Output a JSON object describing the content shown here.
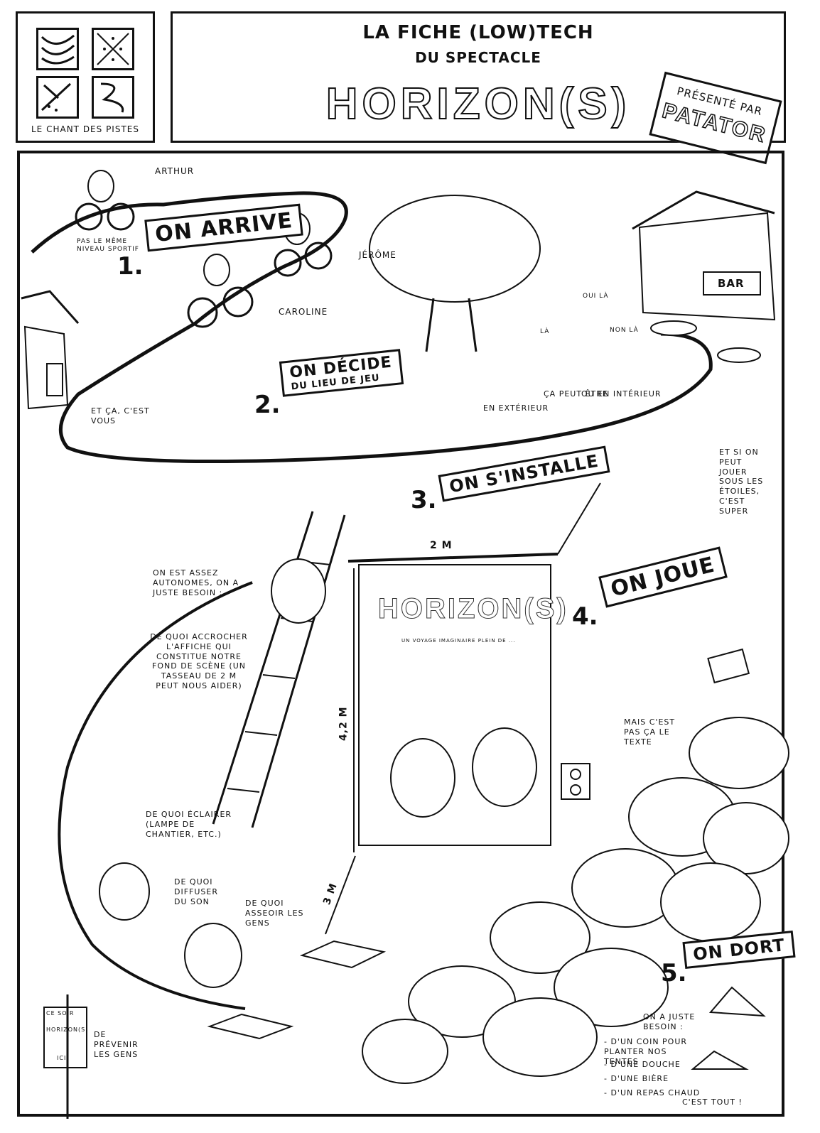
{
  "logo": {
    "caption": "LE CHANT DES PISTES"
  },
  "header": {
    "line1": "LA FICHE (LOW)TECH",
    "line2": "DU SPECTACLE",
    "show_title": "HORIZON(S)",
    "presented_by": "PRÉSENTÉ PAR",
    "presenter": "PATATOR"
  },
  "steps": [
    {
      "number": "1.",
      "label": "ON ARRIVE"
    },
    {
      "number": "2.",
      "label": "ON DÉCIDE",
      "sub": "DU LIEU DE JEU"
    },
    {
      "number": "3.",
      "label": "ON S'INSTALLE"
    },
    {
      "number": "4.",
      "label": "ON JOUE"
    },
    {
      "number": "5.",
      "label": "ON DORT"
    }
  ],
  "characters": {
    "arthur": "ARTHUR",
    "jerome": "JÉRÔME",
    "caroline": "CAROLINE",
    "level_note": "PAS LE MÊME NIVEAU SPORTIF"
  },
  "notes": {
    "you": "ET ÇA, C'EST VOUS",
    "where": "ÇA PEUT ÊTRE",
    "outside": "EN EXTÉRIEUR",
    "inside": "OU EN INTÉRIEUR",
    "here": "LÀ",
    "there": "OUI LÀ",
    "not_there": "NON LÀ",
    "stars": "ET SI ON PEUT JOUER SOUS LES ÉTOILES, C'EST SUPER",
    "autonomous": "ON EST ASSEZ AUTONOMES, ON A JUSTE BESOIN :",
    "hang": "DE QUOI ACCROCHER L'AFFICHE QUI CONSTITUE NOTRE FOND DE SCÈNE (UN TASSEAU DE 2 m PEUT NOUS AIDER)",
    "light": "DE QUOI ÉCLAIRER (LAMPE DE CHANTIER, ETC.)",
    "sound": "DE QUOI DIFFUSER DU SON",
    "seats": "DE QUOI ASSEOIR LES GENS",
    "warn": "DE PRÉVENIR LES GENS",
    "not_text": "MAIS C'EST PAS ÇA LE TEXTE",
    "sleep_intro": "ON A JUSTE BESOIN :",
    "sleep_items": [
      "- D'UN COIN POUR PLANTER NOS TENTES",
      "- D'UNE DOUCHE",
      "- D'UNE BIÈRE",
      "- D'UN REPAS CHAUD"
    ],
    "thats_all": "C'EST TOUT !"
  },
  "dimensions": {
    "width": "2 m",
    "height": "4,2 m",
    "distance": "3 m"
  },
  "poster": {
    "title": "HORIZON(S)",
    "subtitle": "UN VOYAGE IMAGINAIRE PLEIN DE ..."
  },
  "bar_sign": "BAR",
  "signpost": {
    "top": "CE SOIR",
    "middle": "HORIZON(S)",
    "bottom": "ICI"
  }
}
